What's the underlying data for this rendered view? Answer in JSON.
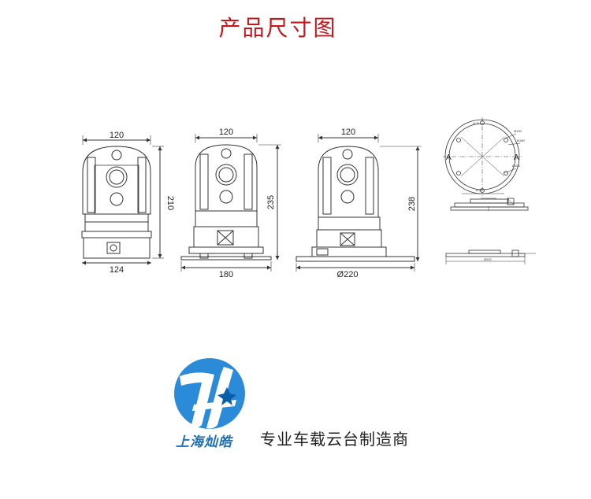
{
  "title": "产品尺寸图",
  "views": {
    "front": {
      "top_width": "120",
      "height": "210",
      "base_width": "124"
    },
    "side": {
      "top_width": "120",
      "height": "235",
      "base_width": "180"
    },
    "mount": {
      "top_width": "120",
      "height": "238",
      "base_width": "Ø220"
    },
    "section_label": "A-A"
  },
  "brand": {
    "company": "上海灿皓",
    "slogan": "专业车载云台制造商",
    "logo_colors": [
      "#1f8fd6",
      "#0d5ea8"
    ]
  },
  "colors": {
    "title": "#c8161d",
    "line": "#333333"
  }
}
